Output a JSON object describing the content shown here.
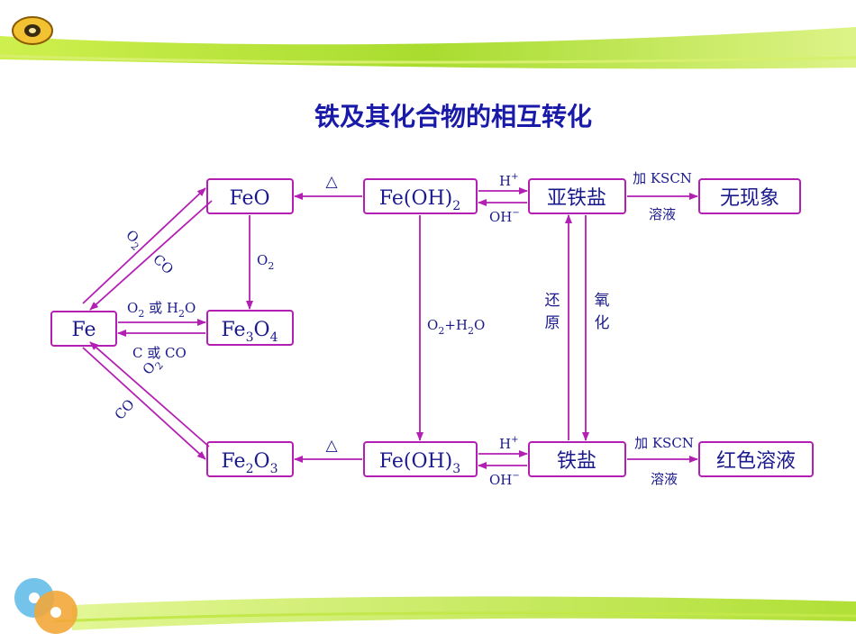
{
  "title": "铁及其化合物的相互转化",
  "nodes": {
    "fe": "Fe",
    "feo": "FeO",
    "fe3o4": {
      "a": "Fe",
      "b": "3",
      "c": "O",
      "d": "4"
    },
    "fe2o3": {
      "a": "Fe",
      "b": "2",
      "c": "O",
      "d": "3"
    },
    "feoh2": {
      "a": "Fe(OH)",
      "b": "2"
    },
    "feoh3": {
      "a": "Fe(OH)",
      "b": "3"
    },
    "ferrous_salt": "亚铁盐",
    "ferric_salt": "铁盐",
    "no_change": "无现象",
    "red_solution": "红色溶液"
  },
  "labels": {
    "o2": "O",
    "o2_sub": "2",
    "co": "CO",
    "o2_or_h2o": {
      "a": "O",
      "b": "2",
      "c": " 或 H",
      "d": "2",
      "e": "O"
    },
    "c_or_co": "C 或 CO",
    "heat": "△",
    "h_plus": "H",
    "plus_sup": "+",
    "oh_minus": "OH",
    "minus_sup": "−",
    "o2_h2o": {
      "a": "O",
      "b": "2",
      "c": "+H",
      "d": "2",
      "e": "O"
    },
    "add_kscn": "加 KSCN",
    "solution": "溶液",
    "reduce_1": "还",
    "reduce_2": "原",
    "oxidize_1": "氧",
    "oxidize_2": "化"
  },
  "colors": {
    "arrow": "#b31fb3",
    "text": "#1a1a8c",
    "title": "#1a1aa8",
    "band": "#9ed400"
  }
}
